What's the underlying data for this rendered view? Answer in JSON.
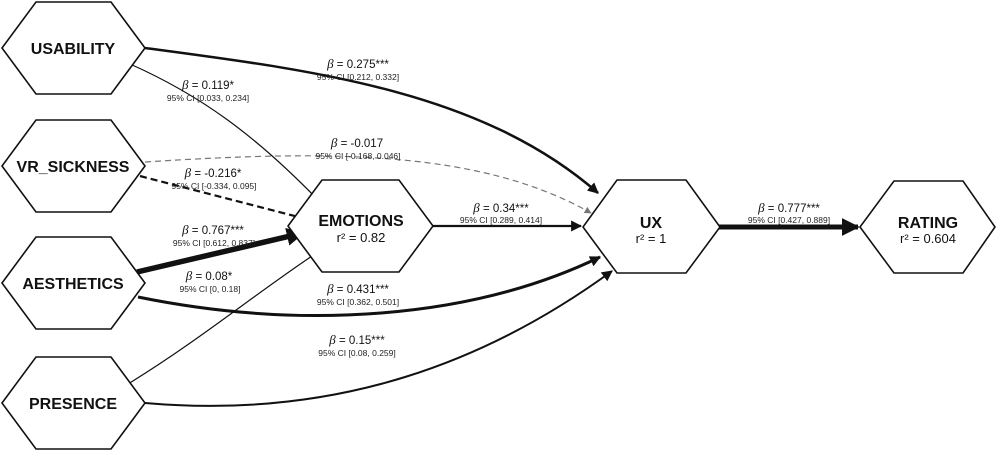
{
  "nodes": {
    "usability": {
      "name": "USABILITY"
    },
    "vr_sickness": {
      "name": "VR_SICKNESS"
    },
    "aesthetics": {
      "name": "AESTHETICS"
    },
    "presence": {
      "name": "PRESENCE"
    },
    "emotions": {
      "name": "EMOTIONS",
      "r2": "r² = 0.82"
    },
    "ux": {
      "name": "UX",
      "r2": "r² = 1"
    },
    "rating": {
      "name": "RATING",
      "r2": "r² = 0.604"
    }
  },
  "paths": {
    "usability_ux": {
      "from": "USABILITY",
      "to": "UX",
      "beta": "= 0.275***",
      "ci": "95% CI [0.212, 0.332]",
      "style": "solid",
      "weight": "medium"
    },
    "usability_emotions": {
      "from": "USABILITY",
      "to": "EMOTIONS",
      "beta": "= 0.119*",
      "ci": "95% CI [0.033, 0.234]",
      "style": "solid",
      "weight": "thin"
    },
    "vr_sickness_ux": {
      "from": "VR_SICKNESS",
      "to": "UX",
      "beta": "= -0.017",
      "ci": "95% CI [-0.168, 0.046]",
      "style": "dashed",
      "weight": "thin"
    },
    "vr_sickness_emotions": {
      "from": "VR_SICKNESS",
      "to": "EMOTIONS",
      "beta": "= -0.216*",
      "ci": "95% CI [-0.334, 0.095]",
      "style": "dashed",
      "weight": "medium"
    },
    "aesthetics_emotions": {
      "from": "AESTHETICS",
      "to": "EMOTIONS",
      "beta": "= 0.767***",
      "ci": "95% CI [0.612, 0.837]",
      "style": "solid",
      "weight": "heavy"
    },
    "presence_emotions": {
      "from": "PRESENCE",
      "to": "EMOTIONS",
      "beta": "= 0.08*",
      "ci": "95% CI [0, 0.18]",
      "style": "solid",
      "weight": "thin"
    },
    "aesthetics_ux": {
      "from": "AESTHETICS",
      "to": "UX",
      "beta": "= 0.431***",
      "ci": "95% CI [0.362, 0.501]",
      "style": "solid",
      "weight": "medium"
    },
    "presence_ux": {
      "from": "PRESENCE",
      "to": "UX",
      "beta": "= 0.15***",
      "ci": "95% CI [0.08, 0.259]",
      "style": "solid",
      "weight": "medium"
    },
    "emotions_ux": {
      "from": "EMOTIONS",
      "to": "UX",
      "beta": "= 0.34***",
      "ci": "95% CI [0.289, 0.414]",
      "style": "solid",
      "weight": "medium"
    },
    "ux_rating": {
      "from": "UX",
      "to": "RATING",
      "beta": "= 0.777***",
      "ci": "95% CI [0.427, 0.889]",
      "style": "solid",
      "weight": "heavy"
    }
  },
  "beta_symbol": "β",
  "colors": {
    "line": "#111111",
    "dashed_light": "#777777",
    "background": "#ffffff"
  }
}
